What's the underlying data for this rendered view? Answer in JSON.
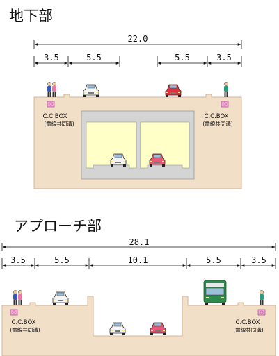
{
  "underground": {
    "title": "地下部",
    "total_width": "22.0",
    "dims": [
      "3.5",
      "5.5",
      "5.5",
      "3.5"
    ],
    "ccbox_label": "C.C.BOX",
    "ccbox_sub": "(電線共同溝)"
  },
  "approach": {
    "title": "アプローチ部",
    "total_width": "28.1",
    "dims": [
      "3.5",
      "5.5",
      "10.1",
      "5.5",
      "3.5"
    ],
    "ccbox_label": "C.C.BOX",
    "ccbox_sub": "(電線共同溝)"
  },
  "colors": {
    "ground": "#f2dfc8",
    "ground_stroke": "#c8a888",
    "concrete": "#d4d4d4",
    "tunnel": "#ffffc8",
    "ccbox_pink": "#f4a8d8",
    "car_white": "#f4f4f4",
    "car_pink": "#e85878",
    "car_red": "#e03040",
    "bus_green": "#2e8a4e"
  },
  "icons": [
    "car-icon",
    "pedestrian-icon",
    "bus-icon",
    "ccbox-icon"
  ]
}
